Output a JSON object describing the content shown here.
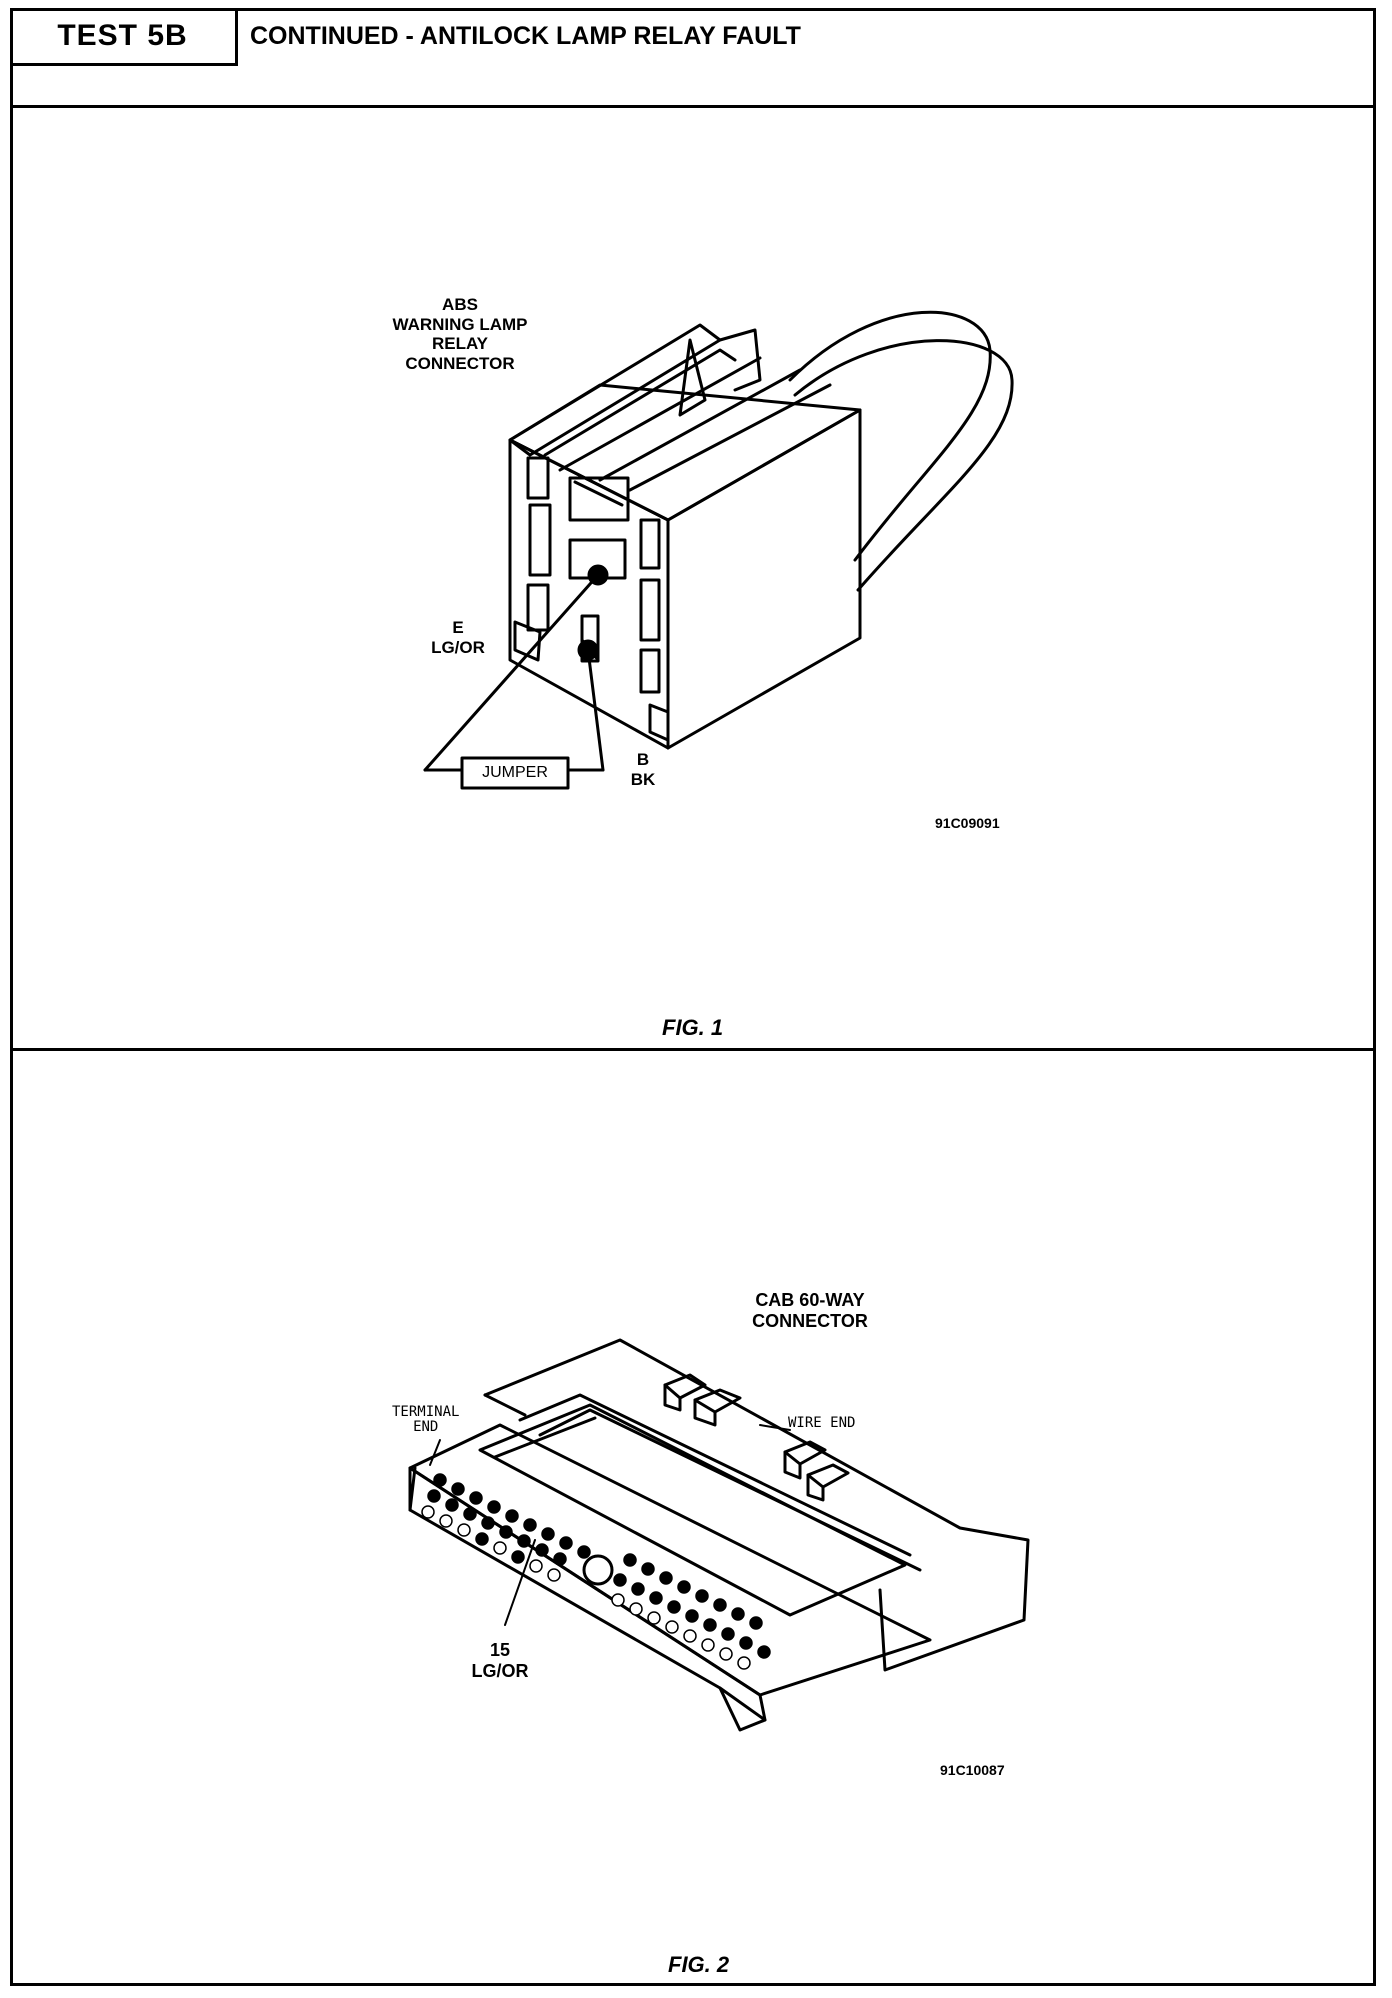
{
  "header": {
    "test_id": "TEST 5B",
    "title": "CONTINUED - ANTILOCK LAMP RELAY FAULT"
  },
  "fig1": {
    "caption": "FIG. 1",
    "callout_connector": [
      "ABS",
      "WARNING LAMP",
      "RELAY",
      "CONNECTOR"
    ],
    "pin_e_letter": "E",
    "pin_e_wire": "LG/OR",
    "pin_b_letter": "B",
    "pin_b_wire": "BK",
    "jumper_label": "JUMPER",
    "ref_code": "91C09091"
  },
  "fig2": {
    "caption": "FIG. 2",
    "callout_connector": [
      "CAB 60-WAY",
      "CONNECTOR"
    ],
    "terminal_end": [
      "TERMINAL",
      "END"
    ],
    "wire_end": "WIRE END",
    "pin_number": "15",
    "pin_wire": "LG/OR",
    "ref_code": "91C10087"
  }
}
